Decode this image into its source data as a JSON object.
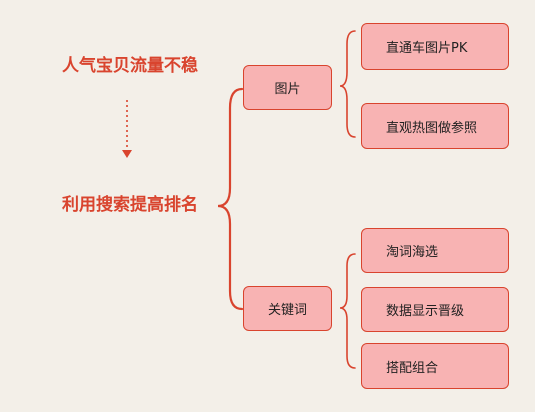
{
  "diagram": {
    "title_top": "人气宝贝流量不稳",
    "title_main": "利用搜索提高排名",
    "branches": [
      {
        "label": "图片",
        "children": [
          "直通车图片PK",
          "直观热图做参照"
        ]
      },
      {
        "label": "关键词",
        "children": [
          "淘词海选",
          "数据显示晋级",
          "搭配组合"
        ]
      }
    ]
  },
  "colors": {
    "background": "#f3efe8",
    "accent": "#d9442e",
    "node_fill": "#f8b3b3",
    "text": "#222222"
  }
}
